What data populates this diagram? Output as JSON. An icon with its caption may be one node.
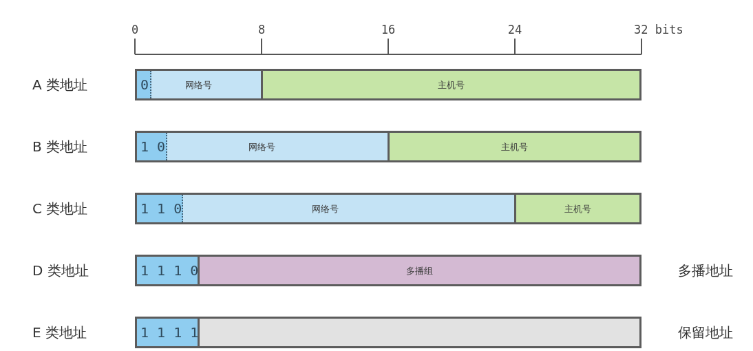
{
  "diagram": {
    "nodes": [
      {
        "text": [],
        "shape": "bar",
        "beside": [
          "A 类地址"
        ]
      },
      {
        "text": [
          "网络号"
        ],
        "in": 0
      },
      {
        "text": [
          "0"
        ],
        "in": 1
      },
      {
        "text": [
          "主机号"
        ],
        "in": 0
      },
      {
        "text": [],
        "shape": "bar",
        "beside": [
          "B 类地址"
        ]
      },
      {
        "text": [
          "网络号"
        ],
        "in": 4
      },
      {
        "text": [
          "1 0"
        ],
        "in": 5
      },
      {
        "text": [
          "主机号"
        ],
        "in": 4
      },
      {
        "text": [],
        "shape": "bar",
        "beside": [
          "C 类地址"
        ]
      },
      {
        "text": [
          "网络号"
        ],
        "in": 8
      },
      {
        "text": [
          "1 1 0"
        ],
        "in": 9
      },
      {
        "text": [
          "主机号"
        ],
        "in": 8
      },
      {
        "text": [],
        "shape": "bar",
        "beside": [
          "D 类地址",
          "多播地址"
        ]
      },
      {
        "text": [
          "1 1 1 0"
        ],
        "in": 12
      },
      {
        "text": [
          "多播组"
        ],
        "in": 12
      },
      {
        "text": [],
        "shape": "bar",
        "beside": [
          "E 类地址",
          "保留地址"
        ]
      },
      {
        "text": [
          "1 1 1 1"
        ],
        "in": 15
      },
      {
        "text": [],
        "shape": "box",
        "in": 15
      }
    ],
    "labels": [
      "0",
      "8",
      "16",
      "24",
      "32 bits"
    ]
  }
}
